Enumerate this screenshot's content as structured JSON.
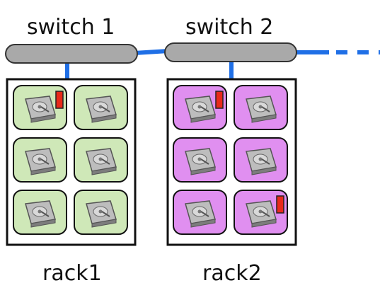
{
  "switches": [
    {
      "label": "switch 1"
    },
    {
      "label": "switch 2"
    }
  ],
  "racks": [
    {
      "label": "rack1",
      "node_color": "#cfe8b8",
      "flagged_nodes": [
        0
      ]
    },
    {
      "label": "rack2",
      "node_color": "#e08ff0",
      "flagged_nodes": [
        0,
        5
      ]
    }
  ],
  "colors": {
    "link": "#1f6fe6",
    "switch_fill": "#a9a9a9",
    "switch_stroke": "#333333",
    "rack_stroke": "#111111",
    "flag": "#e82a1a",
    "disk": "#9a9a9a"
  },
  "icons": {
    "node": "hard-drive-icon",
    "flag": "red-flag-icon",
    "continuation": "dashed-line-continues"
  }
}
